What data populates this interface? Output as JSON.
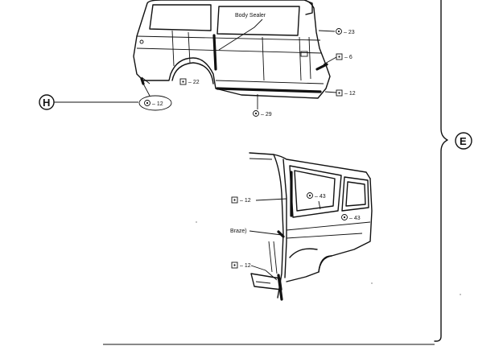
{
  "callouts": {
    "body_sealer": "Body Sealer",
    "braze": "Braze)"
  },
  "section_labels": {
    "h": "H",
    "e": "E"
  },
  "parts": [
    {
      "id": "p23",
      "text": "– 23",
      "icon": "circle-dot-icon"
    },
    {
      "id": "p6",
      "text": "– 6",
      "icon": "square-dot-icon"
    },
    {
      "id": "p22",
      "text": "– 22",
      "icon": "square-dot-icon"
    },
    {
      "id": "p12a",
      "text": "– 12",
      "icon": "square-dot-icon"
    },
    {
      "id": "p29",
      "text": "– 29",
      "icon": "circle-dot-icon"
    },
    {
      "id": "p12h",
      "text": "– 12",
      "icon": "circle-dot-icon"
    },
    {
      "id": "p12b",
      "text": "– 12",
      "icon": "square-dot-icon"
    },
    {
      "id": "p43a",
      "text": "– 43",
      "icon": "circle-dot-icon"
    },
    {
      "id": "p43b",
      "text": "– 43",
      "icon": "circle-dot-icon"
    },
    {
      "id": "p12c",
      "text": "– 12",
      "icon": "square-dot-icon"
    }
  ]
}
